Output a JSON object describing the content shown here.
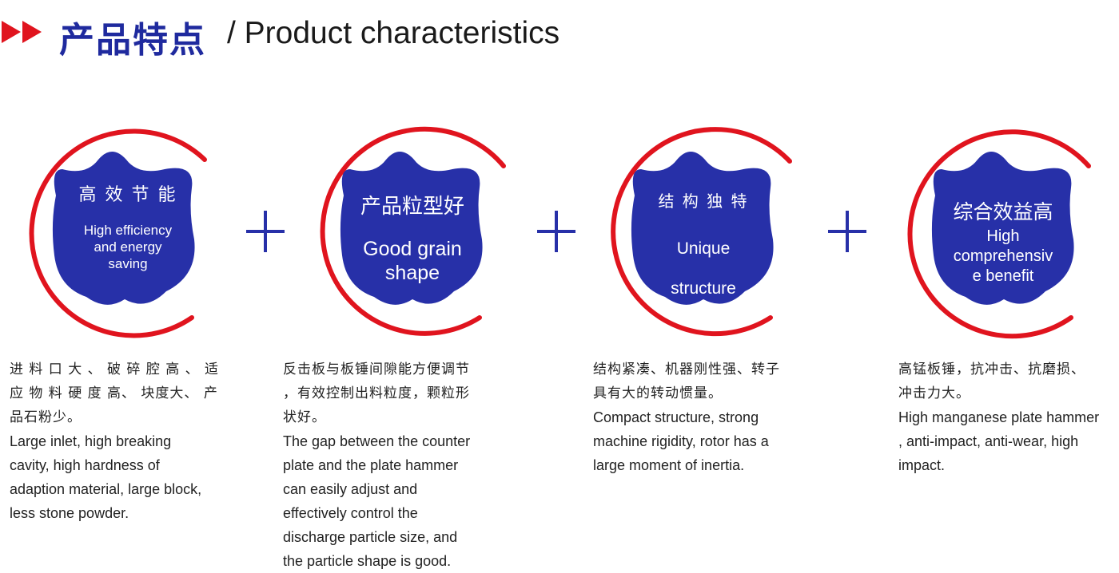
{
  "header": {
    "title_cn": "产品特点",
    "title_en": "/ Product characteristics",
    "accent_red": "#e0141e",
    "accent_blue": "#1f2a9e"
  },
  "features": [
    {
      "title_cn": "高 效 节 能",
      "title_en_lines": [
        "High efficiency",
        "and energy",
        "saving"
      ],
      "desc_cn_lines": [
        "进 料 口 大 、 破 碎 腔 高 、 适",
        "应 物 料 硬 度 高、 块度大、 产",
        "品石粉少。"
      ],
      "desc_en_lines": [
        "Large inlet, high breaking",
        "cavity, high hardness of",
        "adaption material, large block,",
        "less stone powder."
      ]
    },
    {
      "title_cn": "产品粒型好",
      "title_en_lines": [
        "Good grain",
        "shape"
      ],
      "desc_cn_lines": [
        "反击板与板锤间隙能方便调节",
        "，有效控制出料粒度，颗粒形",
        "状好。"
      ],
      "desc_en_lines": [
        "The gap between the counter",
        "plate and the plate hammer",
        "can easily adjust and",
        "effectively control the",
        "discharge particle size, and",
        "the particle shape is good."
      ]
    },
    {
      "title_cn": "结 构 独 特",
      "title_en_lines": [
        "Unique",
        "structure"
      ],
      "desc_cn_lines": [
        "结构紧凑、机器刚性强、转子",
        "具有大的转动惯量。"
      ],
      "desc_en_lines": [
        "Compact structure, strong",
        "machine rigidity, rotor has a",
        "large moment of inertia."
      ]
    },
    {
      "title_cn": "综合效益高",
      "title_en_lines": [
        "High",
        "comprehensiv",
        "e benefit"
      ],
      "desc_cn_lines": [
        "高锰板锤，抗冲击、抗磨损、",
        "冲击力大。"
      ],
      "desc_en_lines": [
        "High manganese plate hammer",
        ", anti-impact, anti-wear, high",
        "impact."
      ]
    }
  ],
  "plus_icons": [
    "plus-icon",
    "plus-icon",
    "plus-icon"
  ]
}
